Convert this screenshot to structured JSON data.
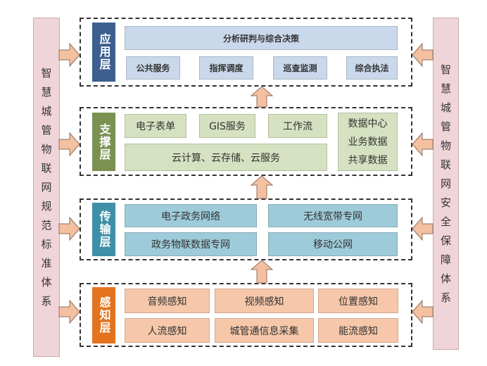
{
  "left_bar": "智慧城管物联网规范标准体系",
  "right_bar": "智慧城管物联网安全保障体系",
  "layers": [
    {
      "label": "应用层",
      "color": "#3d5f8f",
      "top": "分析研判与综合决策",
      "items": [
        "公共服务",
        "指挥调度",
        "巡查监测",
        "综合执法"
      ]
    },
    {
      "label": "支撑层",
      "color": "#7a9150",
      "items": [
        "电子表单",
        "GIS服务",
        "工作流",
        "云计算、云存储、云服务"
      ],
      "side": [
        "数据中心",
        "业务数据",
        "共享数据"
      ]
    },
    {
      "label": "传输层",
      "color": "#3e8fa8",
      "items": [
        "电子政务网络",
        "无线宽带专网",
        "政务物联数据专网",
        "移动公网"
      ]
    },
    {
      "label": "感知层",
      "color": "#e3731f",
      "items": [
        "音频感知",
        "视频感知",
        "位置感知",
        "人流感知",
        "城管通信息采集",
        "能流感知"
      ]
    }
  ]
}
